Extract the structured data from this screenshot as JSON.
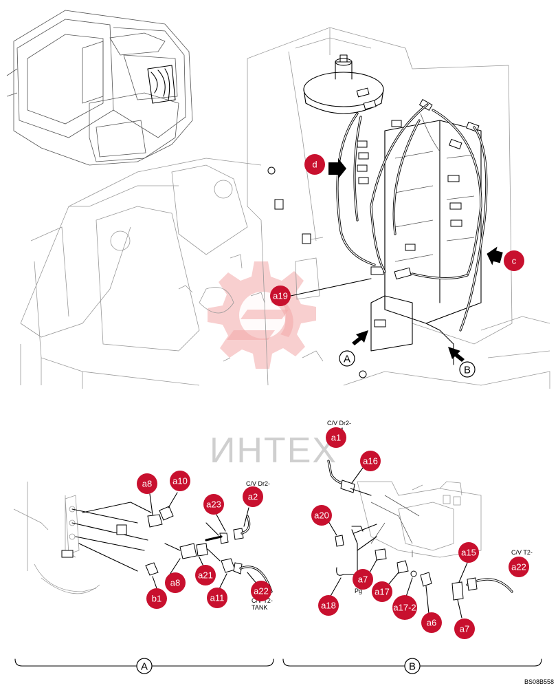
{
  "diagram": {
    "callouts": [
      {
        "id": "d",
        "label": "d"
      },
      {
        "id": "c",
        "label": "c"
      },
      {
        "id": "a19",
        "label": "a19"
      },
      {
        "id": "a8_top",
        "label": "a8"
      },
      {
        "id": "a10",
        "label": "a10"
      },
      {
        "id": "a23",
        "label": "a23"
      },
      {
        "id": "a2",
        "label": "a2"
      },
      {
        "id": "b1",
        "label": "b1"
      },
      {
        "id": "a8_low",
        "label": "a8"
      },
      {
        "id": "a21",
        "label": "a21"
      },
      {
        "id": "a11",
        "label": "a11"
      },
      {
        "id": "a22_left",
        "label": "a22"
      },
      {
        "id": "a1",
        "label": "a1"
      },
      {
        "id": "a16",
        "label": "a16"
      },
      {
        "id": "a20",
        "label": "a20"
      },
      {
        "id": "a7_mid",
        "label": "a7"
      },
      {
        "id": "a17",
        "label": "a17"
      },
      {
        "id": "a18",
        "label": "a18"
      },
      {
        "id": "a17_2",
        "label": "a17-2"
      },
      {
        "id": "a6",
        "label": "a6"
      },
      {
        "id": "a15",
        "label": "a15"
      },
      {
        "id": "a22_right",
        "label": "a22"
      },
      {
        "id": "a7_low",
        "label": "a7"
      }
    ],
    "view_marks": {
      "main_A": "A",
      "main_B": "B",
      "section_A": "A",
      "section_B": "B"
    },
    "notes": {
      "cv_dr2_left": "C/V Dr2-",
      "cv_t2_tank_line1": "C/V T2-",
      "cv_t2_tank_line2": "TANK",
      "cv_dr2_dr1_line1": "C/V Dr2-",
      "cv_dr2_dr1_line2": "Dr1",
      "cv_t2_right": "C/V T2-",
      "pg": "Pg"
    },
    "watermark": "ИНТЕХ",
    "figure_code": "BS08B558"
  }
}
